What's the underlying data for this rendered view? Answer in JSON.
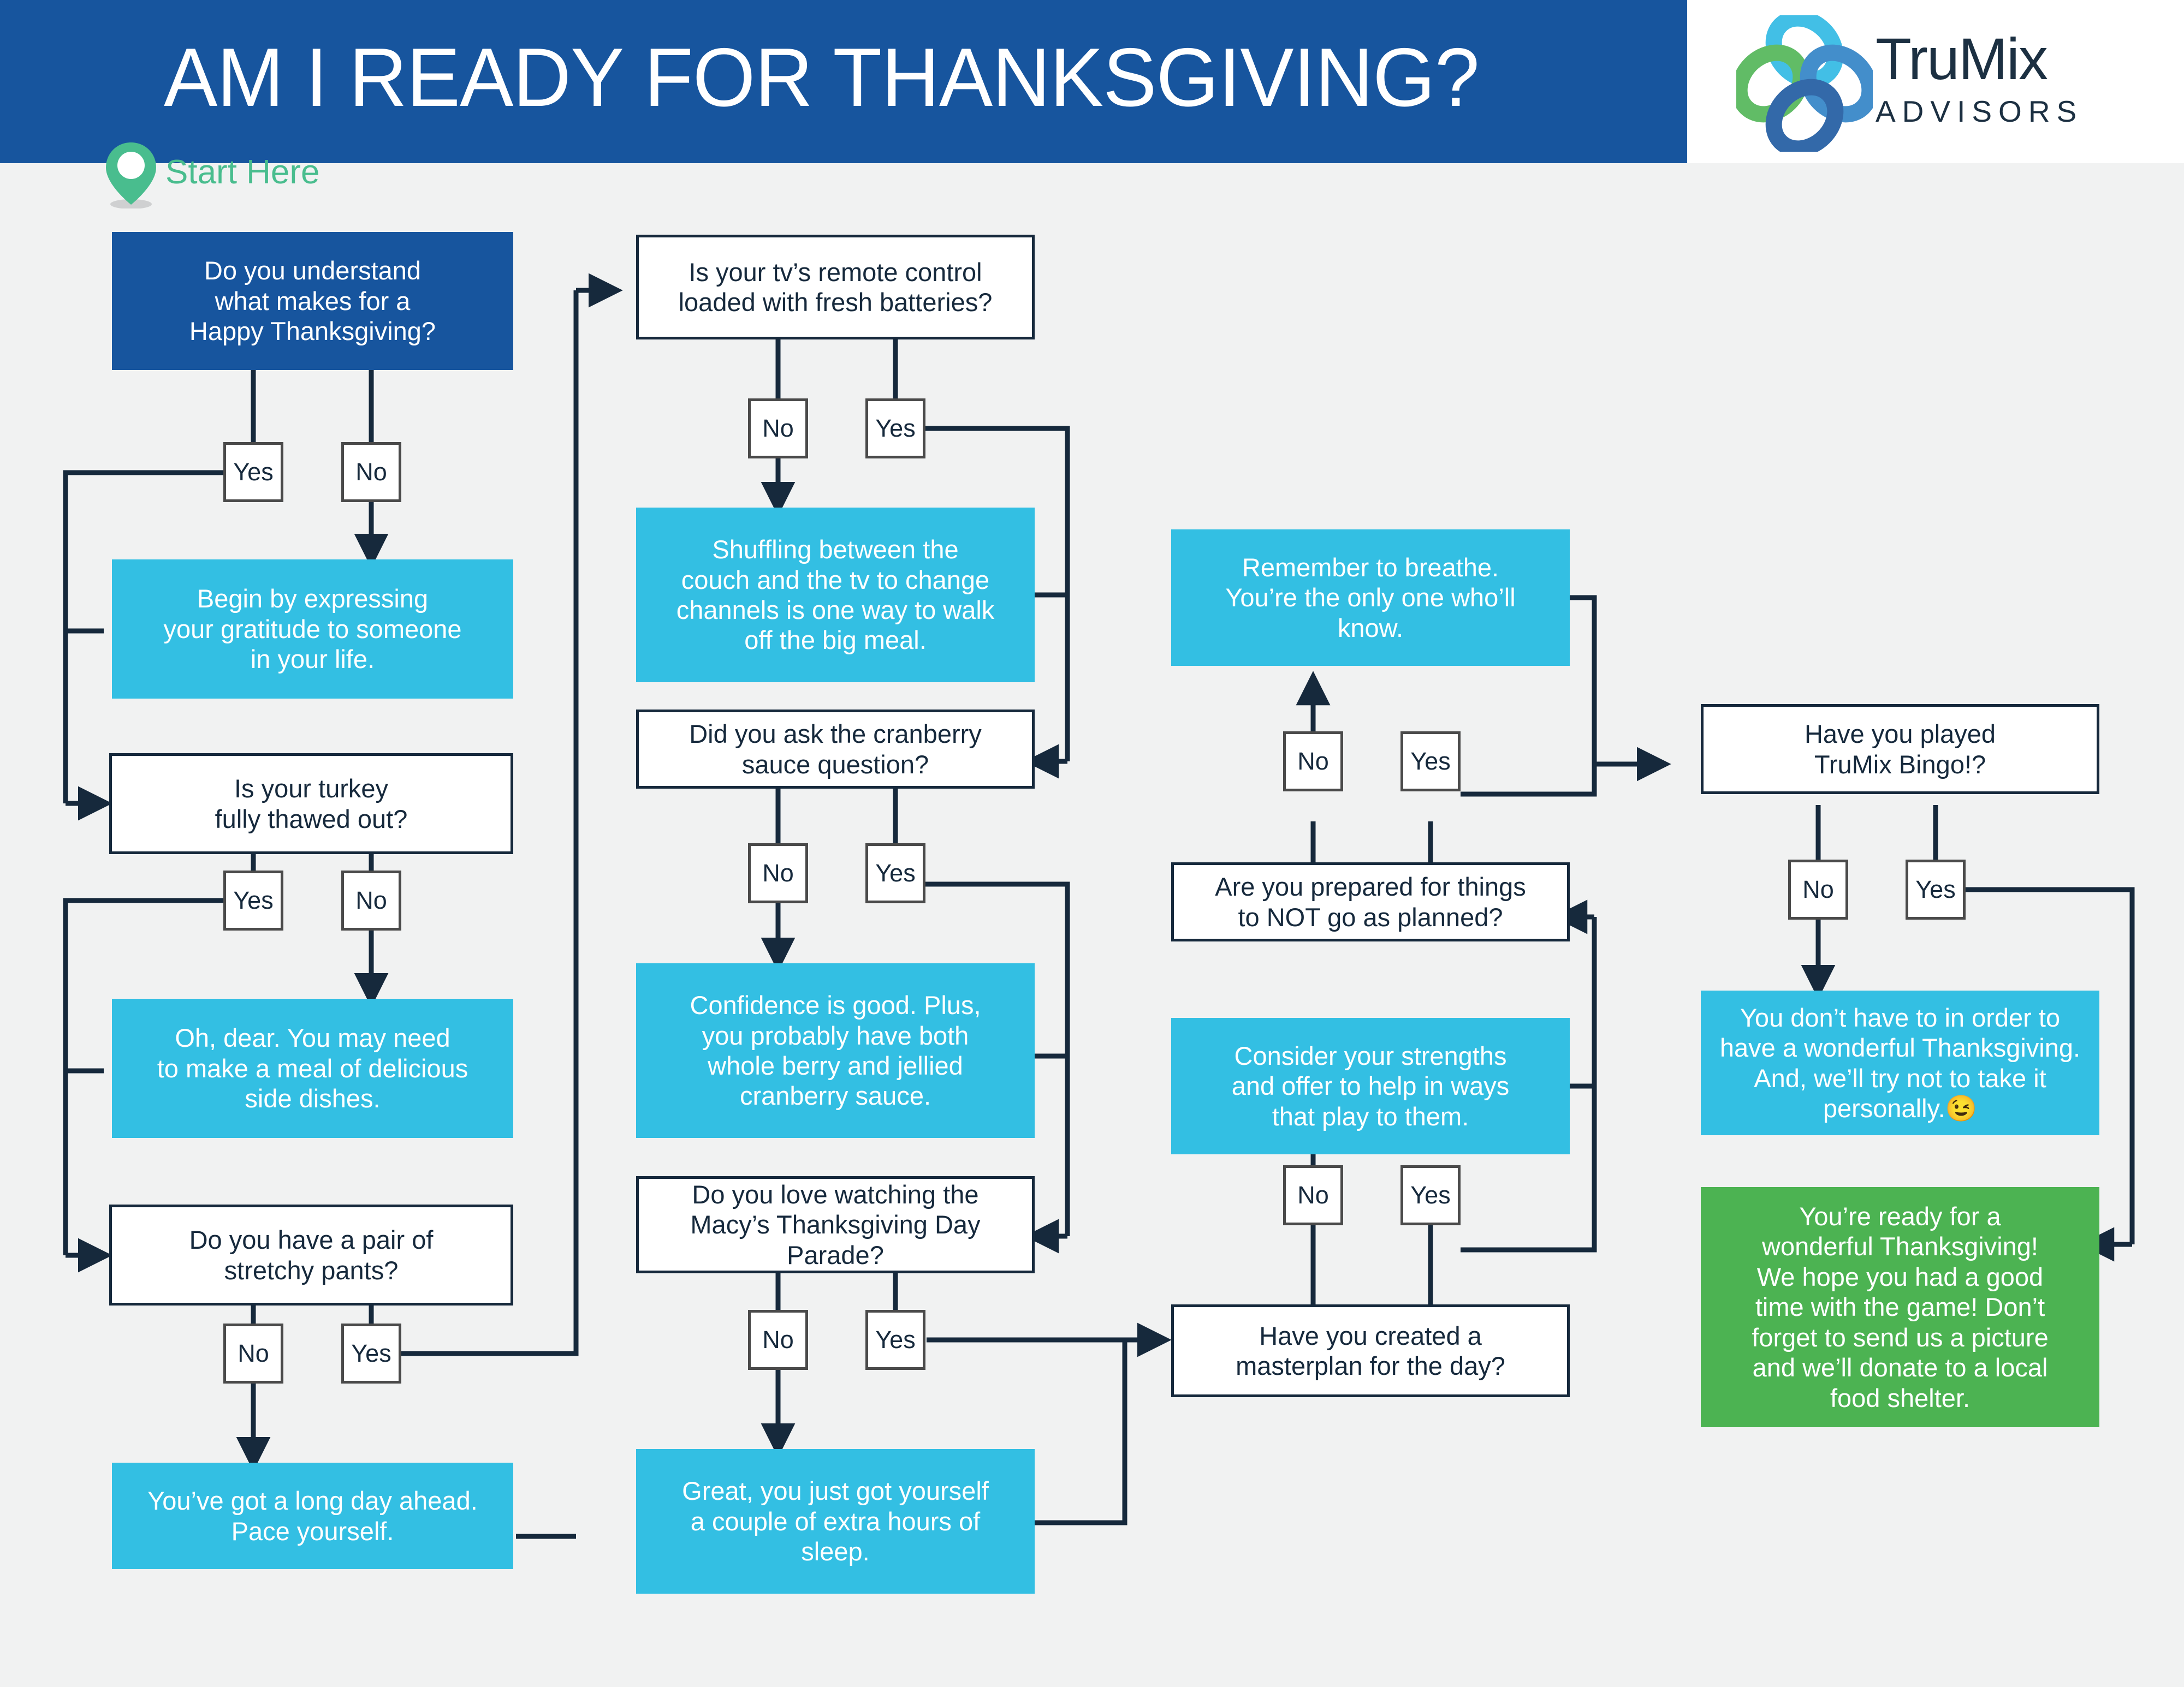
{
  "header": {
    "title": "AM I READY FOR THANKSGIVING?",
    "brand_name": "TruMix",
    "brand_sub": "ADVISORS",
    "bar_color": "#17559e"
  },
  "start": {
    "label": "Start Here",
    "pin_color": "#49bd8e",
    "icon": "map-pin-icon"
  },
  "colors": {
    "header_blue": "#17559e",
    "start_box_blue": "#17559e",
    "action_cyan": "#33bfe3",
    "final_green": "#4cb352",
    "question_white": "#ffffff",
    "line_navy": "#16293c",
    "page_bg": "#f1f2f2",
    "yes_no_border": "#4a4a4a"
  },
  "nodes": [
    {
      "id": "n1",
      "kind": "start",
      "text": "Do you understand\nwhat makes for a\nHappy Thanksgiving?"
    },
    {
      "id": "n2",
      "kind": "action",
      "text": "Begin by expressing\nyour gratitude to someone\nin your life."
    },
    {
      "id": "n3",
      "kind": "q",
      "text": "Is your turkey\nfully thawed out?"
    },
    {
      "id": "n4",
      "kind": "action",
      "text": "Oh, dear. You may need\nto make a meal of delicious\nside dishes."
    },
    {
      "id": "n5",
      "kind": "q",
      "text": "Do you have a pair of\nstretchy pants?"
    },
    {
      "id": "n6",
      "kind": "action",
      "text": "You’ve got a long day ahead.\nPace yourself."
    },
    {
      "id": "n7",
      "kind": "q",
      "text": "Is your tv’s remote control\nloaded with fresh batteries?"
    },
    {
      "id": "n8",
      "kind": "action",
      "text": "Shuffling between the\ncouch and the tv to change\nchannels is one way to walk\noff the big meal."
    },
    {
      "id": "n9",
      "kind": "q",
      "text": "Did you ask the cranberry\nsauce question?"
    },
    {
      "id": "n10",
      "kind": "action",
      "text": "Confidence is good. Plus,\nyou probably have both\nwhole berry and jellied\ncranberry sauce."
    },
    {
      "id": "n11",
      "kind": "q",
      "text": "Do you love watching the\nMacy’s Thanksgiving Day\nParade?"
    },
    {
      "id": "n12",
      "kind": "action",
      "text": "Great, you just got yourself\na couple of extra hours of\nsleep."
    },
    {
      "id": "n13",
      "kind": "action",
      "text": "Remember to breathe.\nYou’re the only one who’ll\nknow."
    },
    {
      "id": "n14",
      "kind": "q",
      "text": "Are you prepared for things\nto NOT go as planned?"
    },
    {
      "id": "n15",
      "kind": "action",
      "text": "Consider your strengths\nand offer to help in ways\nthat play to them."
    },
    {
      "id": "n16",
      "kind": "q",
      "text": "Have you created a\nmasterplan for the day?"
    },
    {
      "id": "n17",
      "kind": "q",
      "text": "Have you played\nTruMix Bingo!?"
    },
    {
      "id": "n18",
      "kind": "action",
      "text": "You don’t have to in order to\nhave a wonderful Thanksgiving.\nAnd, we’ll try not to take it\npersonally.😉"
    },
    {
      "id": "n19",
      "kind": "green",
      "text": "You’re ready for a\nwonderful Thanksgiving!\nWe hope you had a good\ntime with the game! Don’t\nforget to send us a picture\nand we’ll donate to a local\nfood shelter."
    }
  ],
  "branch_labels": {
    "yes": "Yes",
    "no": "No"
  },
  "branches": [
    {
      "from": "n1",
      "left": "Yes",
      "right": "No"
    },
    {
      "from": "n3",
      "left": "Yes",
      "right": "No"
    },
    {
      "from": "n5",
      "left": "No",
      "right": "Yes"
    },
    {
      "from": "n7",
      "left": "No",
      "right": "Yes"
    },
    {
      "from": "n9",
      "left": "No",
      "right": "Yes"
    },
    {
      "from": "n11",
      "left": "No",
      "right": "Yes"
    },
    {
      "from": "n14",
      "left": "No",
      "right": "Yes"
    },
    {
      "from": "n16",
      "left": "No",
      "right": "Yes"
    },
    {
      "from": "n17",
      "left": "No",
      "right": "Yes"
    }
  ]
}
